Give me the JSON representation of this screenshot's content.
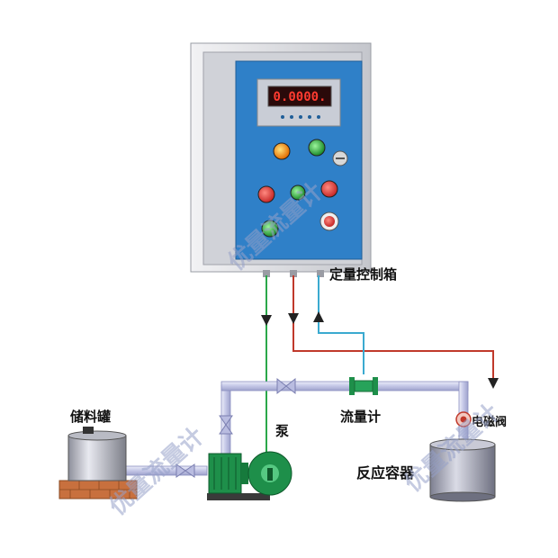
{
  "display": {
    "value": "0.0000."
  },
  "labels": {
    "control_box": "定量控制箱",
    "storage_tank": "储料罐",
    "pump": "泵",
    "flowmeter": "流量计",
    "solenoid_valve": "电磁阀",
    "reaction_vessel": "反应容器"
  },
  "watermarks": [
    "优量流量计",
    "优量流量计",
    "优量流量计"
  ],
  "colors": {
    "panel_blue": "#2f80c8",
    "cabinet": "#dcdde2",
    "pipe": "#c9cbe8",
    "signal_green": "#2aa84a",
    "signal_red": "#c0392b",
    "signal_cyan": "#3aaad0",
    "pump_green": "#1e8f4a",
    "brick": "#c8703e"
  }
}
